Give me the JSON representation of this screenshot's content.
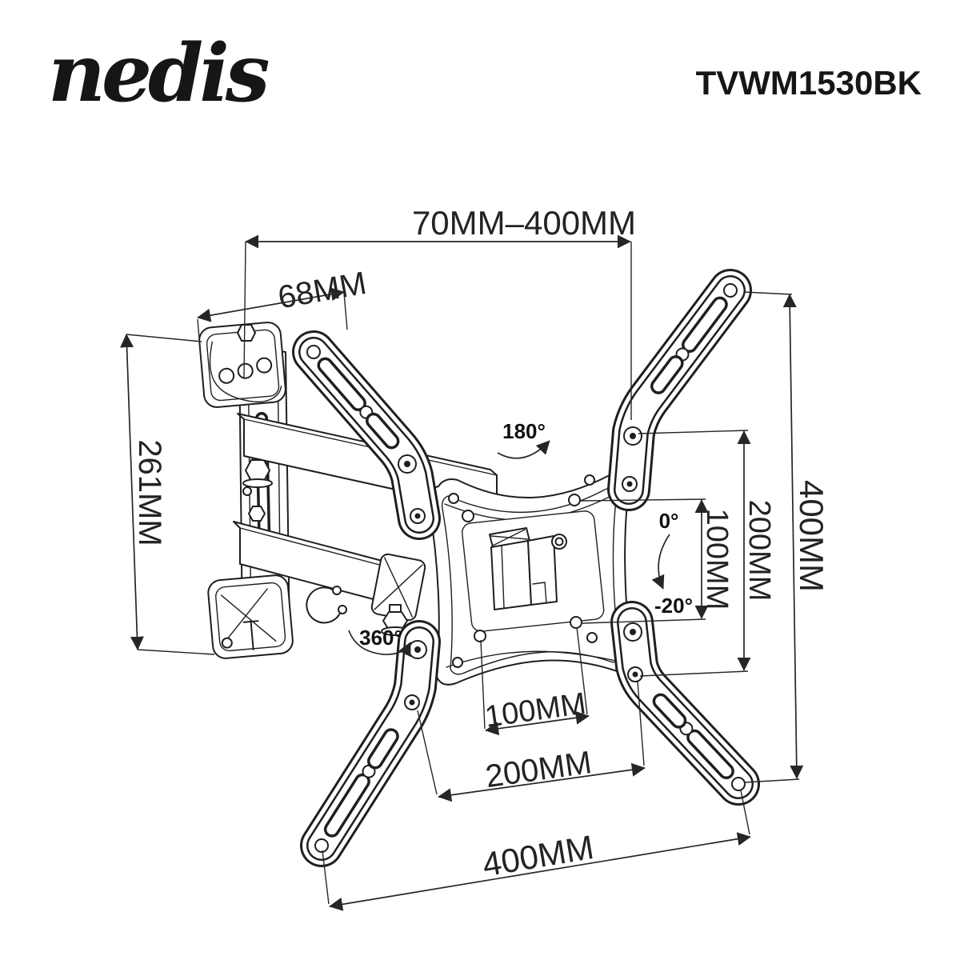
{
  "header": {
    "brand": "nedis",
    "model": "TVWM1530BK"
  },
  "dimensions": {
    "extension_range": "70MM–400MM",
    "bracket_depth": "68MM",
    "wall_plate_height": "261MM",
    "vesa_height_100": "100MM",
    "vesa_height_200": "200MM",
    "vesa_height_400": "400MM",
    "vesa_width_100": "100MM",
    "vesa_width_200": "200MM",
    "vesa_width_400": "400MM"
  },
  "angles": {
    "swivel_arm": "180°",
    "swivel_base": "360°",
    "tilt_up": "0°",
    "tilt_down": "-20°"
  },
  "colors": {
    "line": "#1f1f1f",
    "background": "#ffffff"
  }
}
